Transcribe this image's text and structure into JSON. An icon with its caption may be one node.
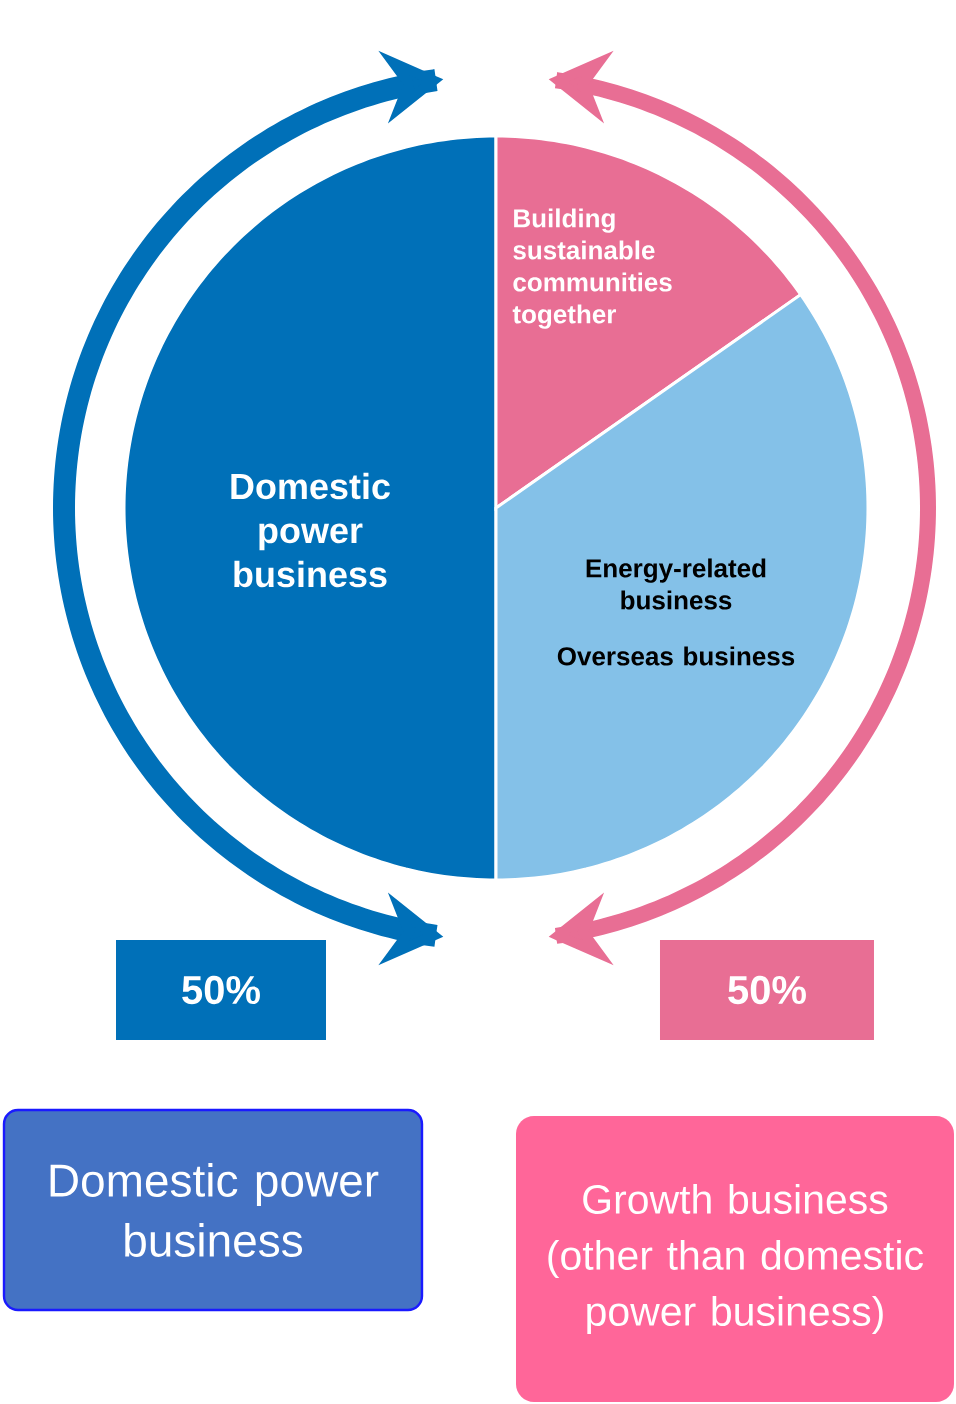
{
  "diagram": {
    "nodes": [
      {
        "text": [
          "Domestic power business"
        ]
      },
      {
        "text": [
          "Building sustainable communities together"
        ]
      },
      {
        "text": [
          "Energy-related business",
          "Overseas business"
        ]
      },
      {
        "text": [
          "50%"
        ]
      },
      {
        "text": [
          "50%"
        ]
      },
      {
        "text": [
          "Domestic power business"
        ]
      },
      {
        "text": [
          "Growth business (other than domestic power business)"
        ]
      }
    ]
  }
}
